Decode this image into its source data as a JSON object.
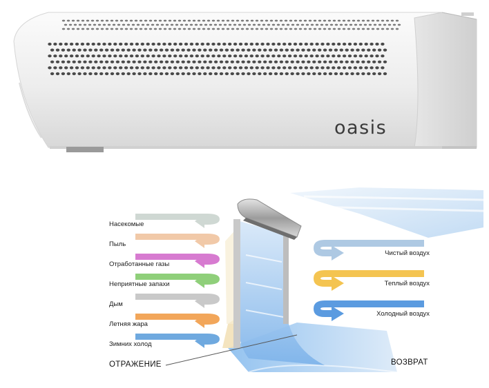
{
  "product": {
    "brand": "oasis",
    "body_color": "#f2f2f2",
    "shade_color": "#d9d9d9",
    "grille_color": "#4a4a4a"
  },
  "diagram": {
    "left_items": [
      {
        "label": "Насекомые",
        "color": "#cfd8d3"
      },
      {
        "label": "Пыль",
        "color": "#f1c9a8"
      },
      {
        "label": "Отработанные газы",
        "color": "#d77bd0"
      },
      {
        "label": "Неприятные запахи",
        "color": "#8fcf7a"
      },
      {
        "label": "Дым",
        "color": "#c9c9c9"
      },
      {
        "label": "Летняя жара",
        "color": "#f2a65a"
      },
      {
        "label": "Зимних холод",
        "color": "#6fa9df"
      }
    ],
    "right_items": [
      {
        "label": "Чистый воздух",
        "color": "#aec9e3"
      },
      {
        "label": "Теплый воздух",
        "color": "#f4c451"
      },
      {
        "label": "Холодный воздух",
        "color": "#5b9be0"
      }
    ],
    "left_caption": "ОТРАЖЕНИЕ",
    "right_caption": "ВОЗВРАТ",
    "curtain_color": "#a9cdf0",
    "unit_color": "#b3b3b3"
  }
}
